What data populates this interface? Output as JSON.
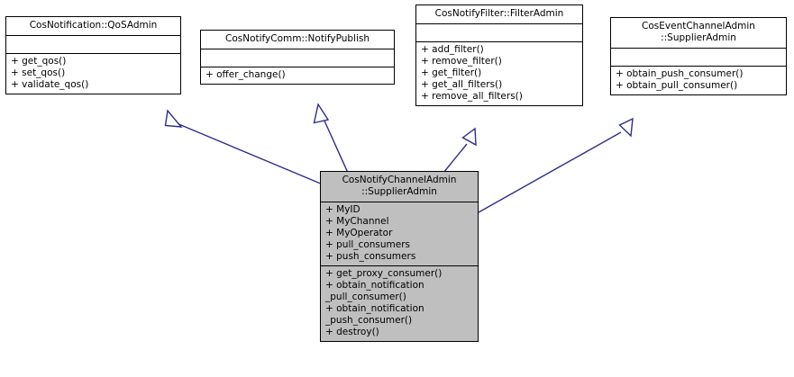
{
  "diagram": {
    "type": "uml-class-inheritance",
    "title_text": "",
    "edge_color": "#2d2d8f",
    "derived_fill": "#bfbfbf",
    "base_fill": "#ffffff",
    "border_color": "#000000",
    "arrow_style": "hollow-triangle-generalization"
  },
  "classes": {
    "qos_admin": {
      "name": "CosNotification::QoSAdmin",
      "attributes": [],
      "operations": [
        "+ get_qos()",
        "+ set_qos()",
        "+ validate_qos()"
      ]
    },
    "notify_publish": {
      "name": "CosNotifyComm::NotifyPublish",
      "attributes": [],
      "operations": [
        "+ offer_change()"
      ]
    },
    "filter_admin": {
      "name": "CosNotifyFilter::FilterAdmin",
      "attributes": [],
      "operations": [
        "+ add_filter()",
        "+ remove_filter()",
        "+ get_filter()",
        "+ get_all_filters()",
        "+ remove_all_filters()"
      ]
    },
    "event_supplier_admin": {
      "name": "CosEventChannelAdmin\n::SupplierAdmin",
      "attributes": [],
      "operations": [
        "+ obtain_push_consumer()",
        "+ obtain_pull_consumer()"
      ]
    },
    "notify_supplier_admin": {
      "name": "CosNotifyChannelAdmin\n::SupplierAdmin",
      "attributes": [
        "+ MyID",
        "+ MyChannel",
        "+ MyOperator",
        "+ pull_consumers",
        "+ push_consumers"
      ],
      "operations": [
        "+ get_proxy_consumer()",
        "+ obtain_notification\n_pull_consumer()",
        "+ obtain_notification\n_push_consumer()",
        "+ destroy()"
      ]
    }
  },
  "edges": [
    {
      "from": "notify_supplier_admin",
      "to": "qos_admin",
      "relation": "generalization"
    },
    {
      "from": "notify_supplier_admin",
      "to": "notify_publish",
      "relation": "generalization"
    },
    {
      "from": "notify_supplier_admin",
      "to": "filter_admin",
      "relation": "generalization"
    },
    {
      "from": "notify_supplier_admin",
      "to": "event_supplier_admin",
      "relation": "generalization"
    }
  ]
}
